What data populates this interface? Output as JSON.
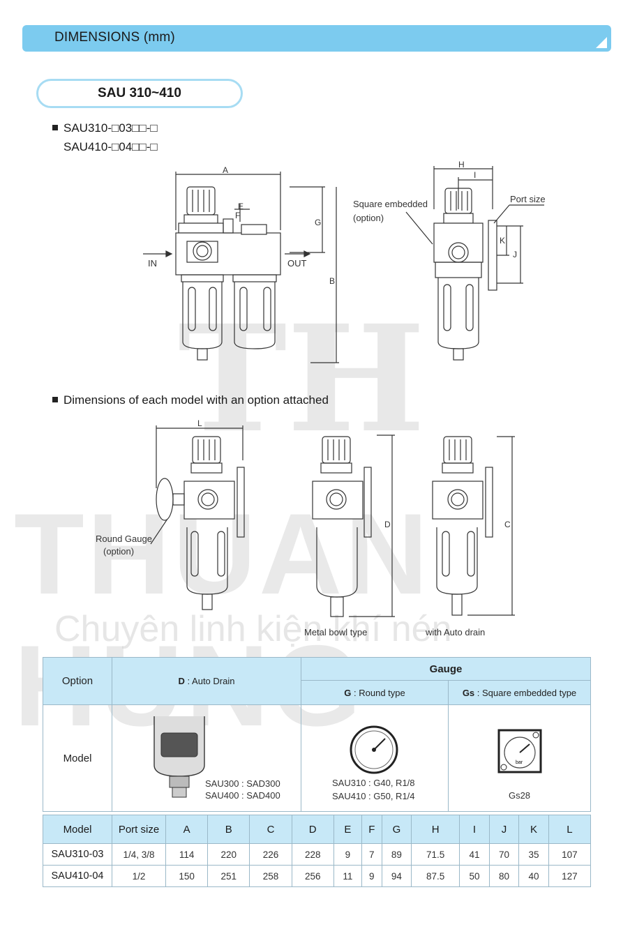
{
  "header": {
    "title": "DIMENSIONS (mm)"
  },
  "series_title": "SAU 310~410",
  "model_lines": [
    "SAU310-□03□□-□",
    "SAU410-□04□□-□"
  ],
  "drawing1": {
    "labels": {
      "A": "A",
      "B": "B",
      "E": "E",
      "F": "F",
      "G": "G",
      "in": "IN",
      "out": "OUT"
    }
  },
  "drawing2": {
    "labels": {
      "H": "H",
      "I": "I",
      "J": "J",
      "K": "K",
      "square": "Square embedded",
      "square_opt": "(option)",
      "port": "Port size"
    }
  },
  "section2_title": "Dimensions of each model with an option attached",
  "drawing3": {
    "labels": {
      "L": "L",
      "D": "D",
      "C": "C",
      "round": "Round Gauge",
      "round_opt": "(option)",
      "metal": "Metal bowl type",
      "auto": "with Auto drain"
    }
  },
  "watermark": {
    "logo": "TH",
    "name": "THUAN HUNG",
    "tagline": "Chuyên linh kiện khí nén"
  },
  "option_table": {
    "option_label": "Option",
    "model_label": "Model",
    "d_code": "D",
    "d_text": ": Auto Drain",
    "gauge_label": "Gauge",
    "g_code": "G",
    "g_text": ": Round type",
    "gs_code": "Gs",
    "gs_text": ": Square embedded  type",
    "d_models": [
      "SAU300 : SAD300",
      "SAU400 : SAD400"
    ],
    "g_models": [
      "SAU310 : G40, R1/8",
      "SAU410 : G50, R1/4"
    ],
    "gs_model": "Gs28",
    "gauge_unit": "bar"
  },
  "dimension_table": {
    "headers": [
      "Model",
      "Port size",
      "A",
      "B",
      "C",
      "D",
      "E",
      "F",
      "G",
      "H",
      "I",
      "J",
      "K",
      "L"
    ],
    "rows": [
      [
        "SAU310-03",
        "1/4, 3/8",
        "114",
        "220",
        "226",
        "228",
        "9",
        "7",
        "89",
        "71.5",
        "41",
        "70",
        "35",
        "107"
      ],
      [
        "SAU410-04",
        "1/2",
        "150",
        "251",
        "258",
        "256",
        "11",
        "9",
        "94",
        "87.5",
        "50",
        "80",
        "40",
        "127"
      ]
    ]
  }
}
